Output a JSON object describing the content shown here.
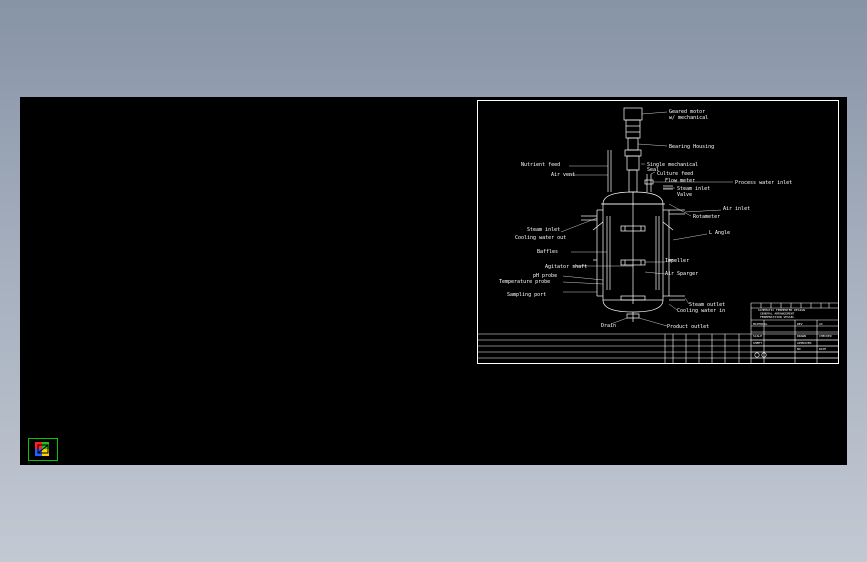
{
  "drawing": {
    "labels": {
      "geared_motor": "Geared motor",
      "geared_motor_2": "w/ mechanical",
      "bearing_housing": "Bearing Housing",
      "nutrient_feed": "Nutrient feed",
      "single_seal": "Single mechanical",
      "single_seal_2": "Seal",
      "culture_feed": "Culture feed",
      "air_vent": "Air vent",
      "flow_meter": "Flow meter",
      "process_water_inlet": "Process water inlet",
      "steam_inlet": "Steam inlet",
      "valve": "Valve",
      "air_inlet": "Air inlet",
      "rotameter": "Rotameter",
      "l_angle": "L Angle",
      "steam_inlet_2": "Steam inlet",
      "cooling_water_out": "Cooling water out",
      "baffles": "Baffles",
      "impeller": "Impeller",
      "agitator_shaft": "Agitator shaft",
      "air_sparger": "Air Sparger",
      "ph_probe": "pH probe",
      "temperature_probe": "Temperature probe",
      "sampling_port": "Sampling port",
      "steam_outlet": "Steam outlet",
      "cooling_water_in": "Cooling water in",
      "drain": "Drain",
      "product_outlet": "Product outlet"
    },
    "title_block": {
      "title_line_1": "SCHEMATIC FERMENTER DESIGN",
      "title_line_2": "GENERAL ARRANGEMENT",
      "title_line_3": "FERMENTATION VESSEL",
      "scale": "SCALE",
      "sheet": "SHEET",
      "drawn": "DRAWN",
      "checked": "CHECKED",
      "approved": "APPROVED",
      "material": "MATERIAL",
      "size": "A3",
      "rev": "REV",
      "date": "DATE",
      "no": "NO"
    }
  },
  "ucs_icon": {
    "name": "ucs-icon"
  }
}
